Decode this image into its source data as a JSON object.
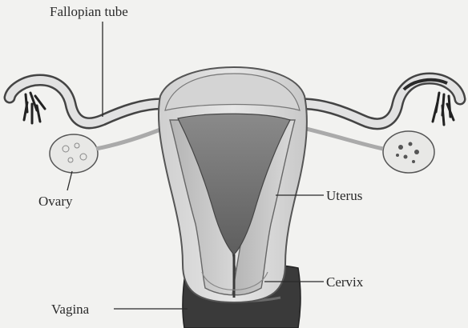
{
  "labels": {
    "fallopian_tube": "Fallopian tube",
    "ovary": "Ovary",
    "uterus": "Uterus",
    "cervix": "Cervix",
    "vagina": "Vagina"
  }
}
